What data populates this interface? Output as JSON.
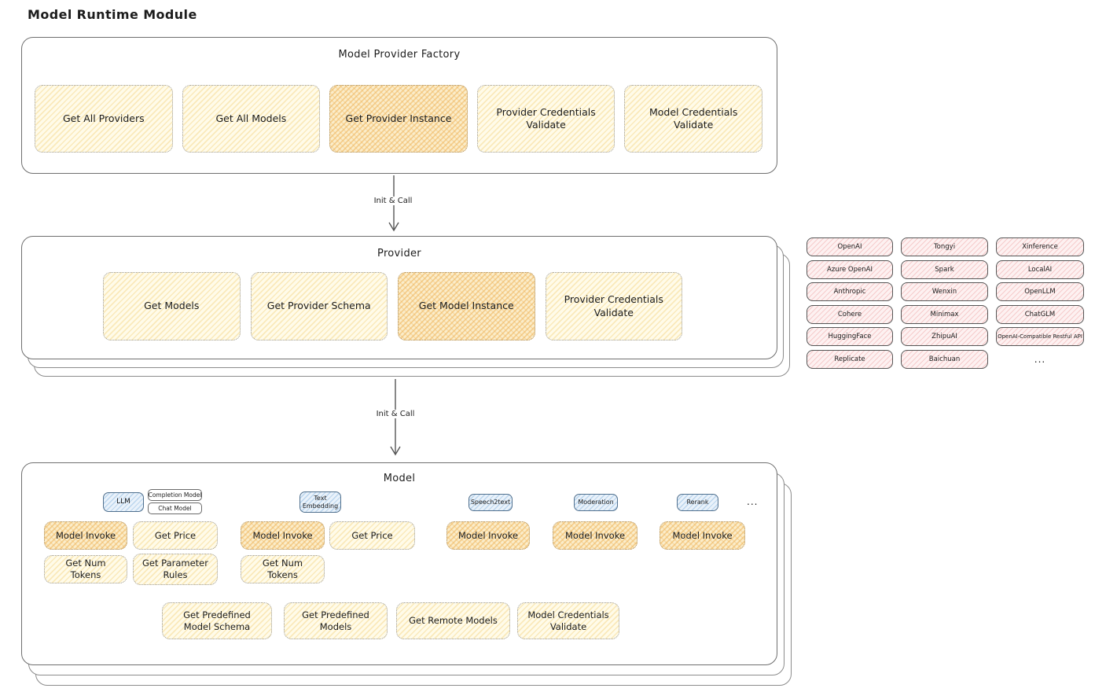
{
  "page_title": "Model Runtime Module",
  "factory": {
    "title": "Model Provider Factory",
    "boxes": [
      {
        "label": "Get All Providers"
      },
      {
        "label": "Get All Models"
      },
      {
        "label": "Get Provider Instance"
      },
      {
        "label": "Provider Credentials Validate"
      },
      {
        "label": "Model Credentials Validate"
      }
    ]
  },
  "arrow1": {
    "label": "Init & Call"
  },
  "provider": {
    "title": "Provider",
    "boxes": [
      {
        "label": "Get Models"
      },
      {
        "label": "Get Provider Schema"
      },
      {
        "label": "Get Model Instance"
      },
      {
        "label": "Provider Credentials Validate"
      }
    ]
  },
  "provider_list": {
    "rows": [
      [
        "OpenAI",
        "Tongyi",
        "Xinference"
      ],
      [
        "Azure OpenAI",
        "Spark",
        "LocalAI"
      ],
      [
        "Anthropic",
        "Wenxin",
        "OpenLLM"
      ],
      [
        "Cohere",
        "Minimax",
        "ChatGLM"
      ],
      [
        "HuggingFace",
        "ZhipuAI",
        "OpenAI-Compatible Restful API"
      ],
      [
        "Replicate",
        "Baichuan",
        "..."
      ]
    ]
  },
  "arrow2": {
    "label": "Init & Call"
  },
  "model": {
    "title": "Model",
    "tags": {
      "llm": "LLM",
      "completion_model": "Completion Model",
      "chat_model": "Chat Model",
      "text_embedding": "Text Embedding",
      "speech2text": "Speech2text",
      "moderation": "Moderation",
      "rerank": "Rerank",
      "more": "..."
    },
    "llm_ops": [
      "Model Invoke",
      "Get Price",
      "Get Num Tokens",
      "Get Parameter Rules"
    ],
    "embedding_ops": [
      "Model Invoke",
      "Get Price",
      "Get Num Tokens"
    ],
    "speech2text_ops": [
      "Model Invoke"
    ],
    "moderation_ops": [
      "Model Invoke"
    ],
    "rerank_ops": [
      "Model Invoke"
    ],
    "common_ops": [
      "Get Predefined Model Schema",
      "Get Predefined Models",
      "Get Remote Models",
      "Model Credentials Validate"
    ]
  },
  "colors": {
    "yellow_bg": "#FFFBE9",
    "yellow_hatch": "#F3D07A",
    "highlight_bg": "#FBEDCA",
    "highlight_hatch": "#EEB052",
    "pink_bg": "#FDF1F1",
    "pink_hatch": "#EEA6A6",
    "blue_bg": "#EAF2FA",
    "blue_hatch": "#8CB9E1",
    "border_gray": "#6F6F6F"
  }
}
